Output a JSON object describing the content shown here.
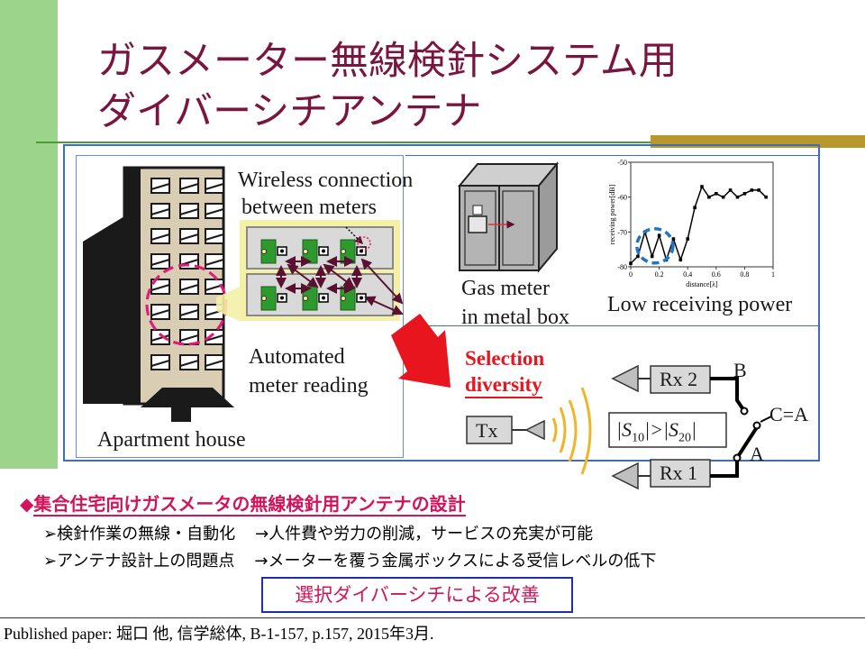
{
  "title": {
    "line1": "ガスメーター無線検針システム用",
    "line2": "ダイバーシチアンテナ"
  },
  "labels": {
    "wireless_line1": "Wireless connection",
    "wireless_line2": "between meters",
    "gas_meter_line1": "Gas meter",
    "gas_meter_line2": "in metal box",
    "low_power": "Low receiving power",
    "automated_line1": "Automated",
    "automated_line2": "meter reading",
    "apartment": "Apartment house",
    "selection_line1": "Selection",
    "selection_line2": "diversity",
    "tx": "Tx",
    "rx2": "Rx 2",
    "rx1": "Rx 1",
    "node_b": "B",
    "node_a": "A",
    "node_c": "C=A",
    "condition_prefix": "|S",
    "condition_sub1": "10",
    "condition_mid": "|>|S",
    "condition_sub2": "20",
    "condition_suffix": "|"
  },
  "chart_data": {
    "type": "line",
    "xlabel": "distance[λ]",
    "ylabel": "receiving power[dB]",
    "xlim": [
      0,
      1
    ],
    "ylim": [
      -80,
      -50
    ],
    "x_ticks": [
      "0",
      "0.2",
      "0.4",
      "0.6",
      "0.8",
      "1"
    ],
    "y_ticks": [
      "-50",
      "-60",
      "-70",
      "-80"
    ],
    "series": [
      {
        "x": [
          0.0,
          0.05,
          0.1,
          0.15,
          0.2,
          0.25,
          0.3,
          0.35,
          0.4,
          0.45,
          0.5,
          0.55,
          0.6,
          0.65,
          0.7,
          0.75,
          0.8,
          0.85,
          0.9,
          0.95
        ],
        "y": [
          -79,
          -77,
          -70,
          -77,
          -71,
          -78,
          -72,
          -78,
          -72,
          -63,
          -57,
          -60,
          -59,
          -60,
          -58,
          -60,
          -59,
          -58,
          -58,
          -60
        ]
      }
    ],
    "highlight": "low-power region near distance 0.1–0.35"
  },
  "bullets": {
    "main_mark": "◆",
    "main": "集合住宅向けガスメータの無線検針用アンテナの設計",
    "sub1_mark": "➢",
    "sub1_a": "検針作業の無線・自動化",
    "sub1_b": "→人件費や労力の削減，サービスの充実が可能",
    "sub2_mark": "➢",
    "sub2_a": "アンテナ設計上の問題点",
    "sub2_b": "→メーターを覆う金属ボックスによる受信レベルの低下"
  },
  "highlight": "選択ダイバーシチによる改善",
  "footer": "Published paper: 堀口 他, 信学総体, B-1-157, p.157, 2015年3月."
}
